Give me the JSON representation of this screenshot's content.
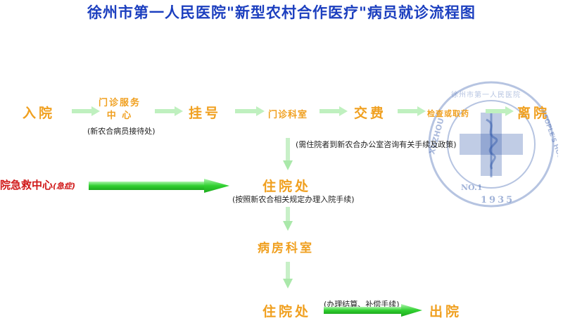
{
  "title": "徐州市第一人民医院\"新型农村合作医疗\"病员就诊流程图",
  "colors": {
    "title": "#1c3fbf",
    "node_text": "#f0a020",
    "emergency_text": "#d01818",
    "arrow_green": "#44dd44",
    "arrow_light": "#c8f0c8",
    "logo_blue": "#2f56a8"
  },
  "top_row": {
    "admission": "入院",
    "outpatient_service_line1": "门诊服务",
    "outpatient_service_line2": "中  心",
    "outpatient_service_note": "(新农合病员接待处)",
    "registration": "挂号",
    "outpatient_dept": "门诊科室",
    "payment": "交费",
    "exam_pharmacy": "检查或取药",
    "leave": "离院"
  },
  "hospitalize_note": "(需住院者到新农合办公室咨询有关手续及政策)",
  "emergency": {
    "label": "院急救中心",
    "sub": "(急症)"
  },
  "inpatient_office": "住院处",
  "inpatient_office_note": "(按照新农合相关规定办理入院手续)",
  "ward": "病房科室",
  "discharge_office": "住院处",
  "settlement_note": "(办理结算、补偿手续)",
  "discharge": "出院",
  "logo": {
    "ring_left": "XUZHOU",
    "ring_right": "PEOPLE'S HOSPITAL",
    "no": "NO.1",
    "year": "1935",
    "top_chars": "徐州市第一人民医院"
  }
}
